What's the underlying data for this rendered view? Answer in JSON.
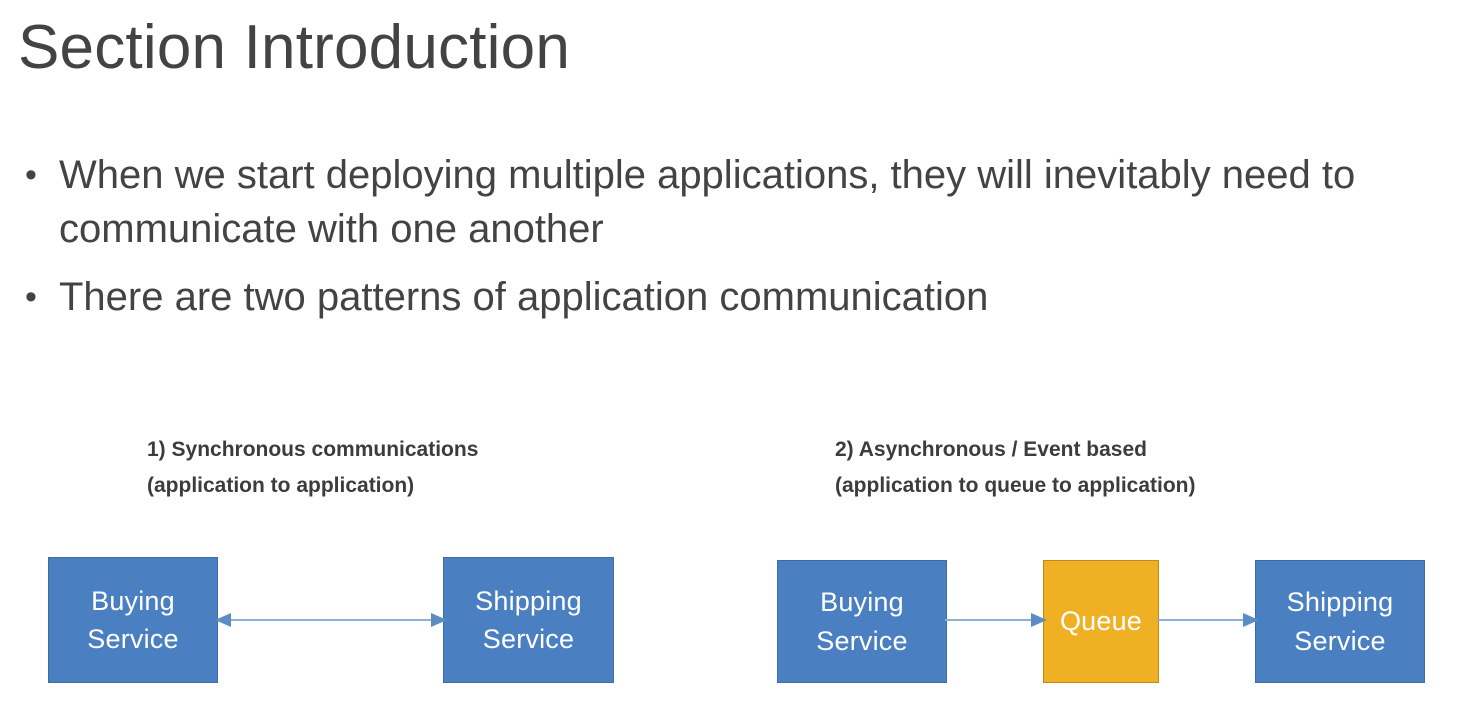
{
  "slide": {
    "title": "Section Introduction",
    "bullets": [
      {
        "marker": "•",
        "text": "When we start deploying multiple applications, they will inevitably need to communicate with one another"
      },
      {
        "marker": "•",
        "text": "There are two patterns of application communication"
      }
    ],
    "panels": [
      {
        "id": "synchronous",
        "heading_line1": "1) Synchronous communications",
        "heading_line2": "(application to application)",
        "nodes": [
          {
            "id": "sync-buying",
            "label_line1": "Buying",
            "label_line2": "Service",
            "color": "#4a7fc1",
            "kind": "service"
          },
          {
            "id": "sync-shipping",
            "label_line1": "Shipping",
            "label_line2": "Service",
            "color": "#4a7fc1",
            "kind": "service"
          }
        ],
        "connectors": [
          {
            "from": "sync-buying",
            "to": "sync-shipping",
            "direction": "bidirectional",
            "color": "#8fb0d6"
          }
        ]
      },
      {
        "id": "asynchronous",
        "heading_line1": "2) Asynchronous / Event based",
        "heading_line2": "(application to queue to application)",
        "nodes": [
          {
            "id": "async-buying",
            "label_line1": "Buying",
            "label_line2": "Service",
            "color": "#4a7fc1",
            "kind": "service"
          },
          {
            "id": "async-queue",
            "label_line1": "Queue",
            "label_line2": "",
            "color": "#efb024",
            "kind": "queue"
          },
          {
            "id": "async-shipping",
            "label_line1": "Shipping",
            "label_line2": "Service",
            "color": "#4a7fc1",
            "kind": "service"
          }
        ],
        "connectors": [
          {
            "from": "async-buying",
            "to": "async-queue",
            "direction": "forward",
            "color": "#8fb0d6"
          },
          {
            "from": "async-queue",
            "to": "async-shipping",
            "direction": "forward",
            "color": "#8fb0d6"
          }
        ]
      }
    ],
    "colors": {
      "background": "#ffffff",
      "title_text": "#434343",
      "body_text": "#434343",
      "heading_text": "#3c3c3c",
      "service_box": "#4a7fc1",
      "service_box_border": "#3d6da6",
      "queue_box": "#efb024",
      "queue_box_border": "#c08b14",
      "connector": "#8fb0d6",
      "arrowhead": "#5b8cc4",
      "box_label": "#ffffff"
    }
  }
}
